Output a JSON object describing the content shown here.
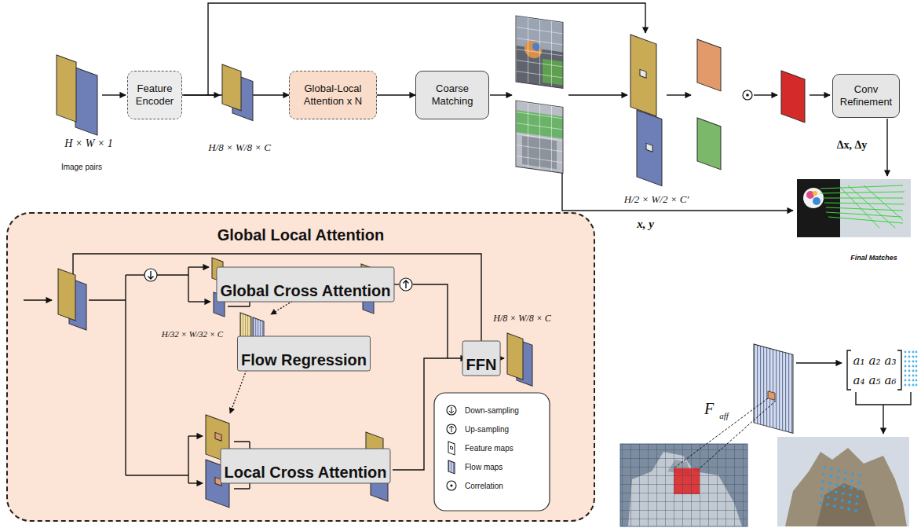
{
  "diagram": {
    "nodes": [
      {
        "text": [
          "Feature Encoder"
        ]
      },
      {
        "text": [
          "Global-Local Attention x N"
        ]
      },
      {
        "text": [
          "Coarse Matching"
        ]
      },
      {
        "text": [
          "Conv Refinement"
        ]
      },
      {
        "text": [
          "Global Local Attention"
        ]
      },
      {
        "text": [
          "Global Cross Attention"
        ],
        "in": 4
      },
      {
        "text": [
          "Flow Regression"
        ],
        "in": 4
      },
      {
        "text": [
          "Local Cross Attention"
        ],
        "in": 4
      },
      {
        "text": [
          "FFN"
        ],
        "in": 4
      }
    ],
    "edges": [
      {
        "from": 0,
        "to": 1,
        "arrow": "to"
      },
      {
        "from": 1,
        "to": 2,
        "arrow": "to"
      }
    ],
    "labels": [
      "H × W × 1",
      "Image pairs",
      "H/8 × W/8 × C",
      "H/2 × W/2 × C′",
      "Δx, Δy",
      "x, y",
      "Final Matches",
      "H/32 × W/32 × C",
      "H/8 × W/8 × C",
      "F",
      "aff",
      "a₁",
      "a₂",
      "a₃",
      "a₄",
      "a₅",
      "a₆"
    ],
    "legend": [
      {
        "text": "Down-sampling"
      },
      {
        "text": "Up-sampling"
      },
      {
        "text": "Feature maps"
      },
      {
        "text": "Flow maps"
      },
      {
        "text": "Correlation"
      }
    ]
  }
}
